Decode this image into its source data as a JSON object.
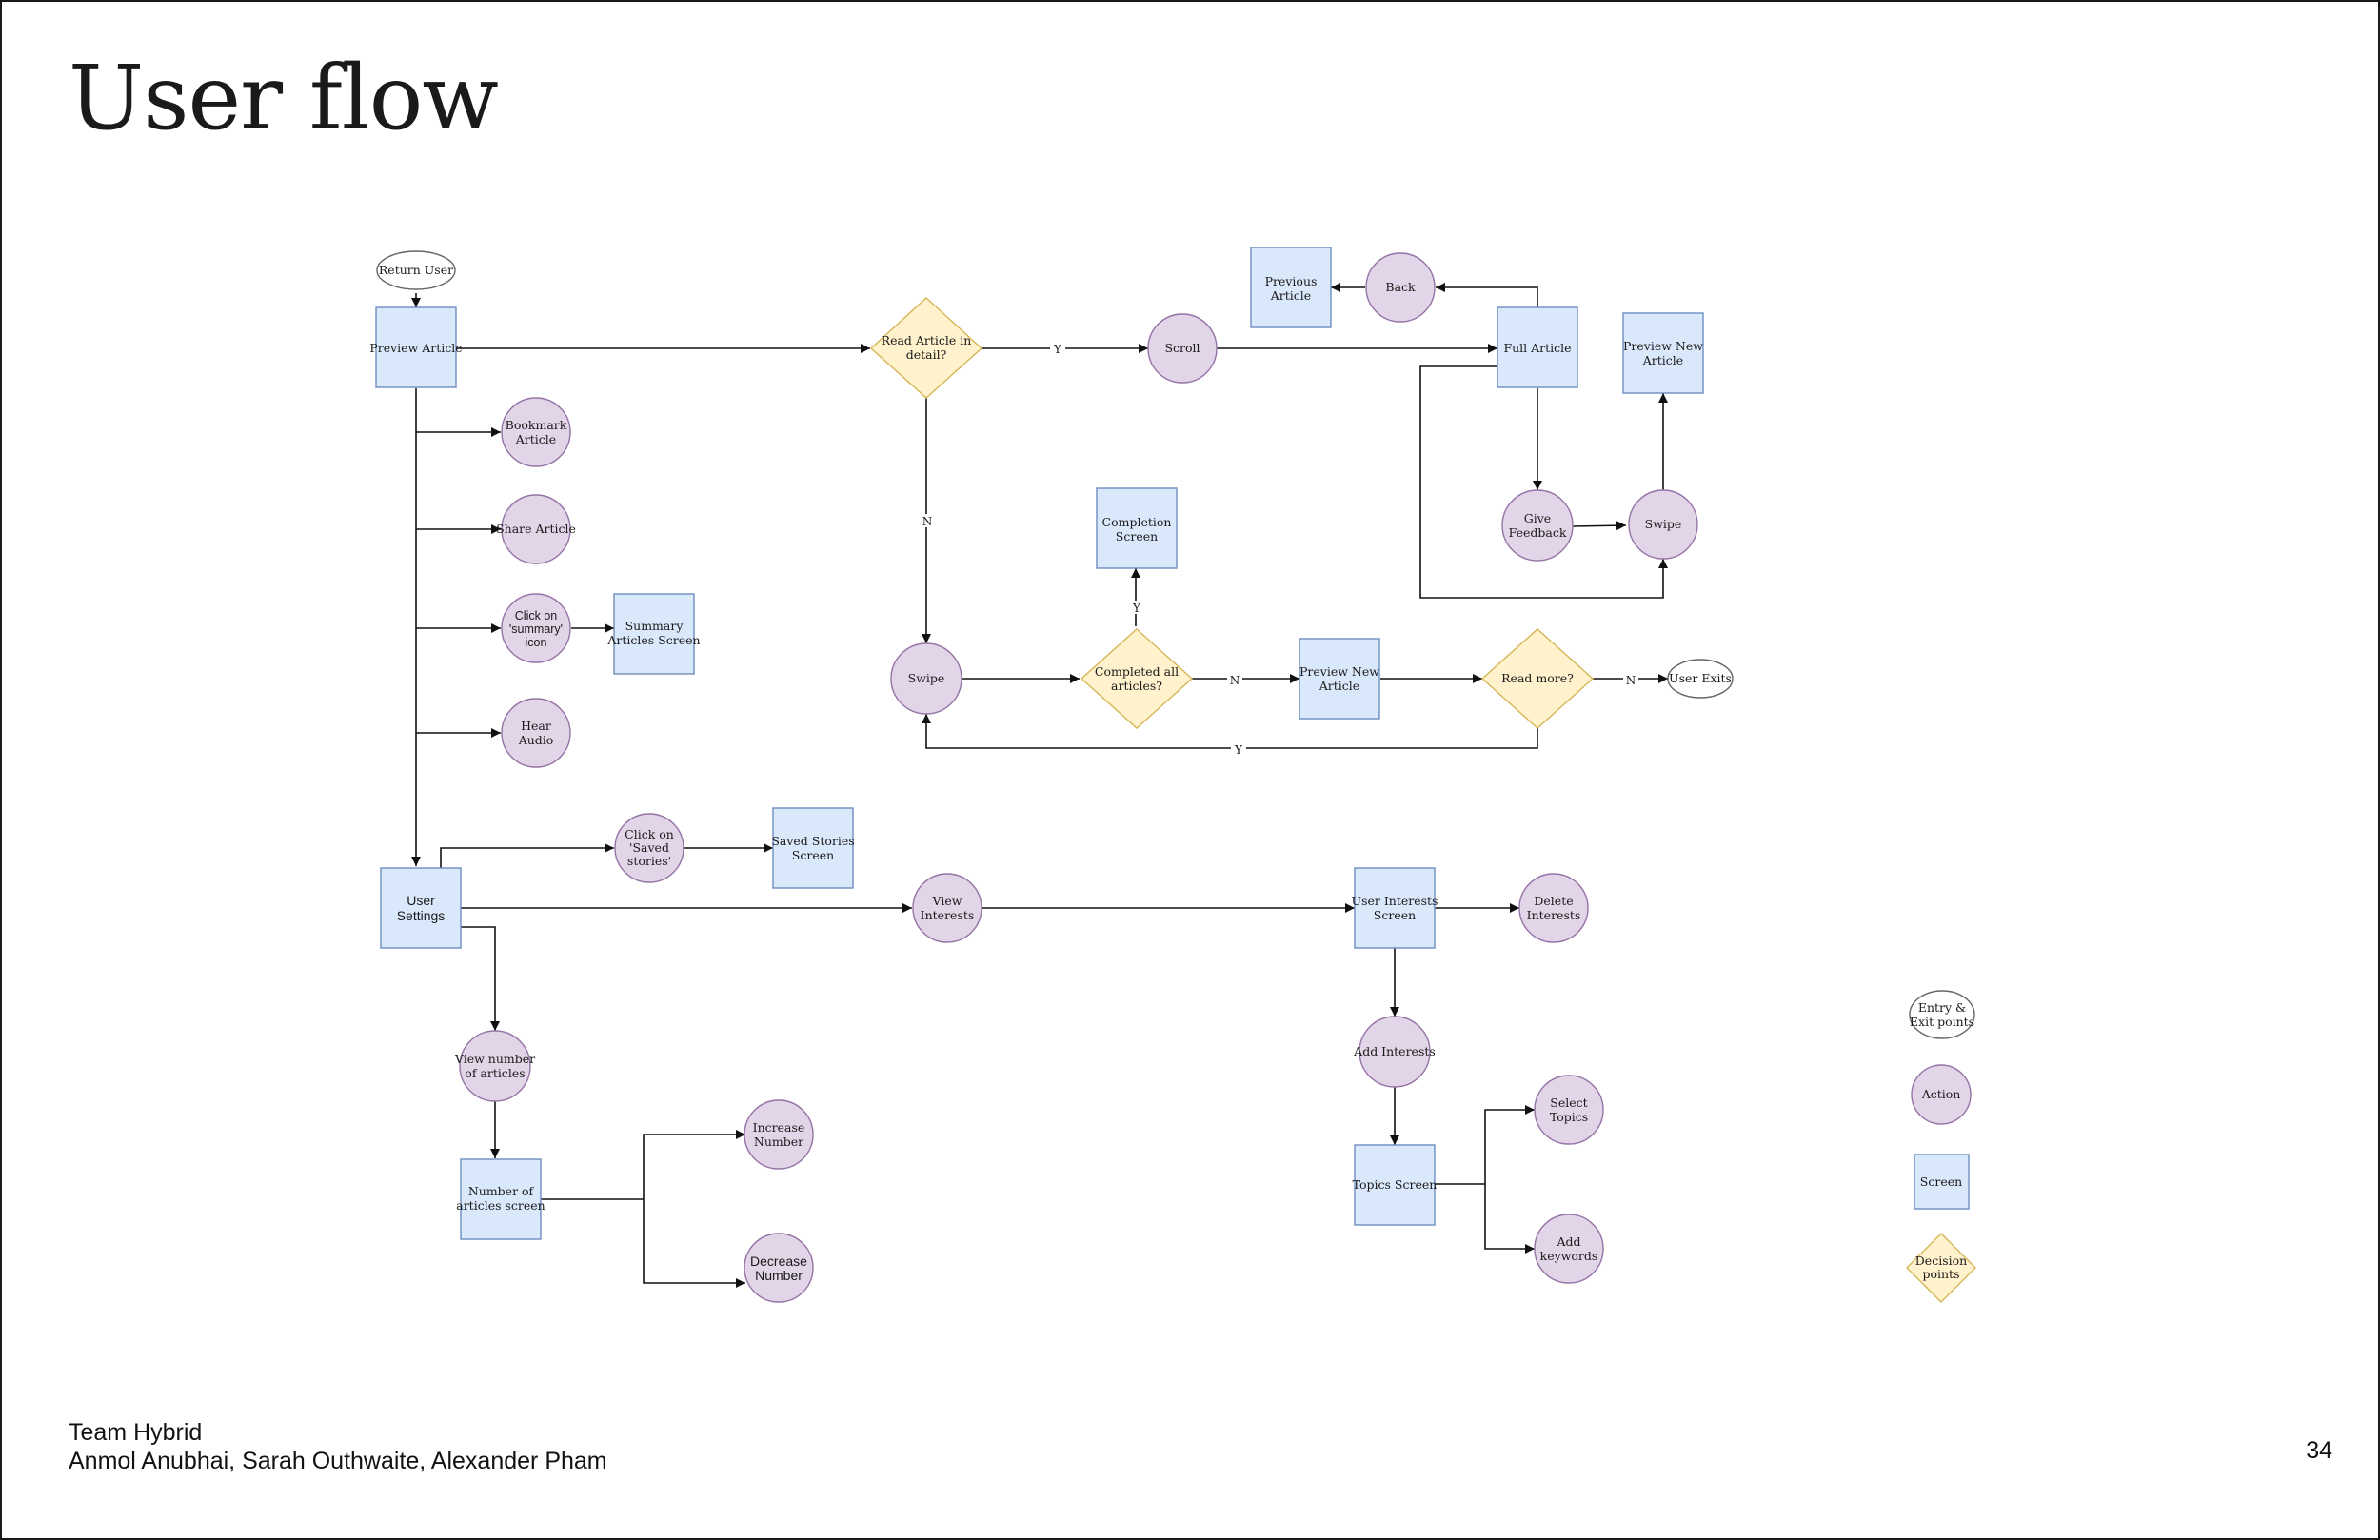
{
  "slide": {
    "title": "User flow",
    "team": "Team Hybrid",
    "authors": "Anmol Anubhai, Sarah Outhwaite, Alexander Pham",
    "page_number": "34"
  },
  "colors": {
    "action_fill": "#e1d5e7",
    "action_stroke": "#9673a6",
    "screen_fill": "#dae8fc",
    "screen_stroke": "#6c8ebf",
    "decision_fill": "#fff2cc",
    "decision_stroke": "#d6b656",
    "terminal_fill": "#ffffff",
    "terminal_stroke": "#666666",
    "line": "#111111"
  },
  "nodes": {
    "return_user": "Return User",
    "preview_article": "Preview Article",
    "bookmark_article": [
      "Bookmark",
      "Article"
    ],
    "share_article": "Share Article",
    "click_summary": [
      "Click on",
      "'summary'",
      "icon"
    ],
    "summary_screen": [
      "Summary",
      "Articles Screen"
    ],
    "hear_audio": [
      "Hear",
      "Audio"
    ],
    "read_detail": [
      "Read Article in",
      "detail?"
    ],
    "scroll": "Scroll",
    "previous_article": [
      "Previous",
      "Article"
    ],
    "back": "Back",
    "full_article": "Full Article",
    "preview_new_article_top": [
      "Preview New",
      "Article"
    ],
    "give_feedback": [
      "Give",
      "Feedback"
    ],
    "swipe_right": "Swipe",
    "completion_screen": [
      "Completion",
      "Screen"
    ],
    "swipe_mid": "Swipe",
    "completed_all": [
      "Completed all",
      "articles?"
    ],
    "preview_new_article_mid": [
      "Preview New",
      "Article"
    ],
    "read_more": "Read more?",
    "user_exits": "User Exits",
    "user_settings": [
      "User",
      "Settings"
    ],
    "click_saved": [
      "Click on",
      "'Saved",
      "stories'"
    ],
    "saved_stories_screen": [
      "Saved Stories",
      "Screen"
    ],
    "view_interests": [
      "View",
      "Interests"
    ],
    "user_interests_screen": [
      "User Interests",
      "Screen"
    ],
    "delete_interests": [
      "Delete",
      "Interests"
    ],
    "view_number": [
      "View number",
      "of articles"
    ],
    "number_screen": [
      "Number of",
      "articles screen"
    ],
    "increase_number": [
      "Increase",
      "Number"
    ],
    "decrease_number": [
      "Decrease",
      "Number"
    ],
    "add_interests": "Add Interests",
    "topics_screen": "Topics Screen",
    "select_topics": [
      "Select",
      "Topics"
    ],
    "add_keywords": [
      "Add",
      "keywords"
    ]
  },
  "edge_labels": {
    "read_yes": "Y",
    "read_no": "N",
    "completed_yes": "Y",
    "completed_no": "N",
    "readmore_no": "N",
    "readmore_yes": "Y"
  },
  "legend": {
    "entry_exit": [
      "Entry &",
      "Exit points"
    ],
    "action": "Action",
    "screen": "Screen",
    "decision": [
      "Decision",
      "points"
    ]
  }
}
